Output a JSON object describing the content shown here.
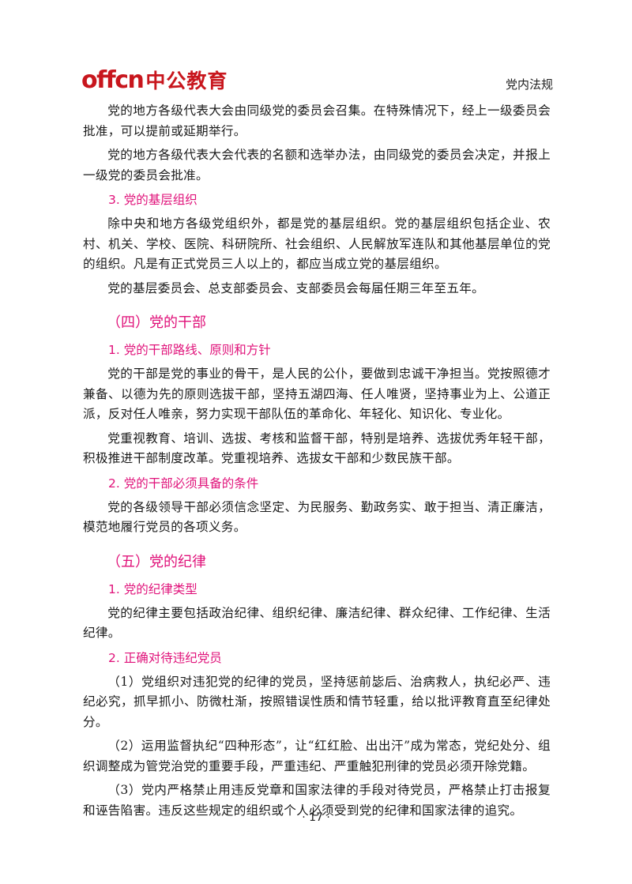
{
  "header": {
    "logo_latin": "offcn",
    "logo_cn": "中公教育",
    "section_title": "党内法规"
  },
  "body": {
    "p1": "党的地方各级代表大会由同级党的委员会召集。在特殊情况下，经上一级委员会批准，可以提前或延期举行。",
    "p2": "党的地方各级代表大会代表的名额和选举办法，由同级党的委员会决定，并报上一级党的委员会批准。",
    "h3_basic": "3. 党的基层组织",
    "p3": "除中央和地方各级党组织外，都是党的基层组织。党的基层组织包括企业、农村、机关、学校、医院、科研院所、社会组织、人民解放军连队和其他基层单位的党的组织。凡是有正式党员三人以上的，都应当成立党的基层组织。",
    "p4": "党的基层委员会、总支部委员会、支部委员会每届任期三年至五年。",
    "sec4": "（四）党的干部",
    "h1_cadre": "1. 党的干部路线、原则和方针",
    "p5": "党的干部是党的事业的骨干，是人民的公仆，要做到忠诚干净担当。党按照德才兼备、以德为先的原则选拔干部，坚持五湖四海、任人唯贤，坚持事业为上、公道正派，反对任人唯亲，努力实现干部队伍的革命化、年轻化、知识化、专业化。",
    "p6": "党重视教育、培训、选拔、考核和监督干部，特别是培养、选拔优秀年轻干部，积极推进干部制度改革。党重视培养、选拔女干部和少数民族干部。",
    "h2_cadre": "2. 党的干部必须具备的条件",
    "p7": "党的各级领导干部必须信念坚定、为民服务、勤政务实、敢于担当、清正廉洁，模范地履行党员的各项义务。",
    "sec5": "（五）党的纪律",
    "h1_disc": "1. 党的纪律类型",
    "p8": "党的纪律主要包括政治纪律、组织纪律、廉洁纪律、群众纪律、工作纪律、生活纪律。",
    "h2_disc": "2. 正确对待违纪党员",
    "p9": "（1）党组织对违犯党的纪律的党员，坚持惩前毖后、治病救人，执纪必严、违纪必究，抓早抓小、防微杜渐，按照错误性质和情节轻重，给以批评教育直至纪律处分。",
    "p10": "（2）运用监督执纪“四种形态”，让“红红脸、出出汗”成为常态，党纪处分、组织调整成为管党治党的重要手段，严重违纪、严重触犯刑律的党员必须开除党籍。",
    "p11": "（3）党内严格禁止用违反党章和国家法律的手段对待党员，严格禁止打击报复和诬告陷害。违反这些规定的组织或个人必须受到党的纪律和国家法律的追究。"
  },
  "footer": {
    "page_number": "· 17 ·"
  }
}
